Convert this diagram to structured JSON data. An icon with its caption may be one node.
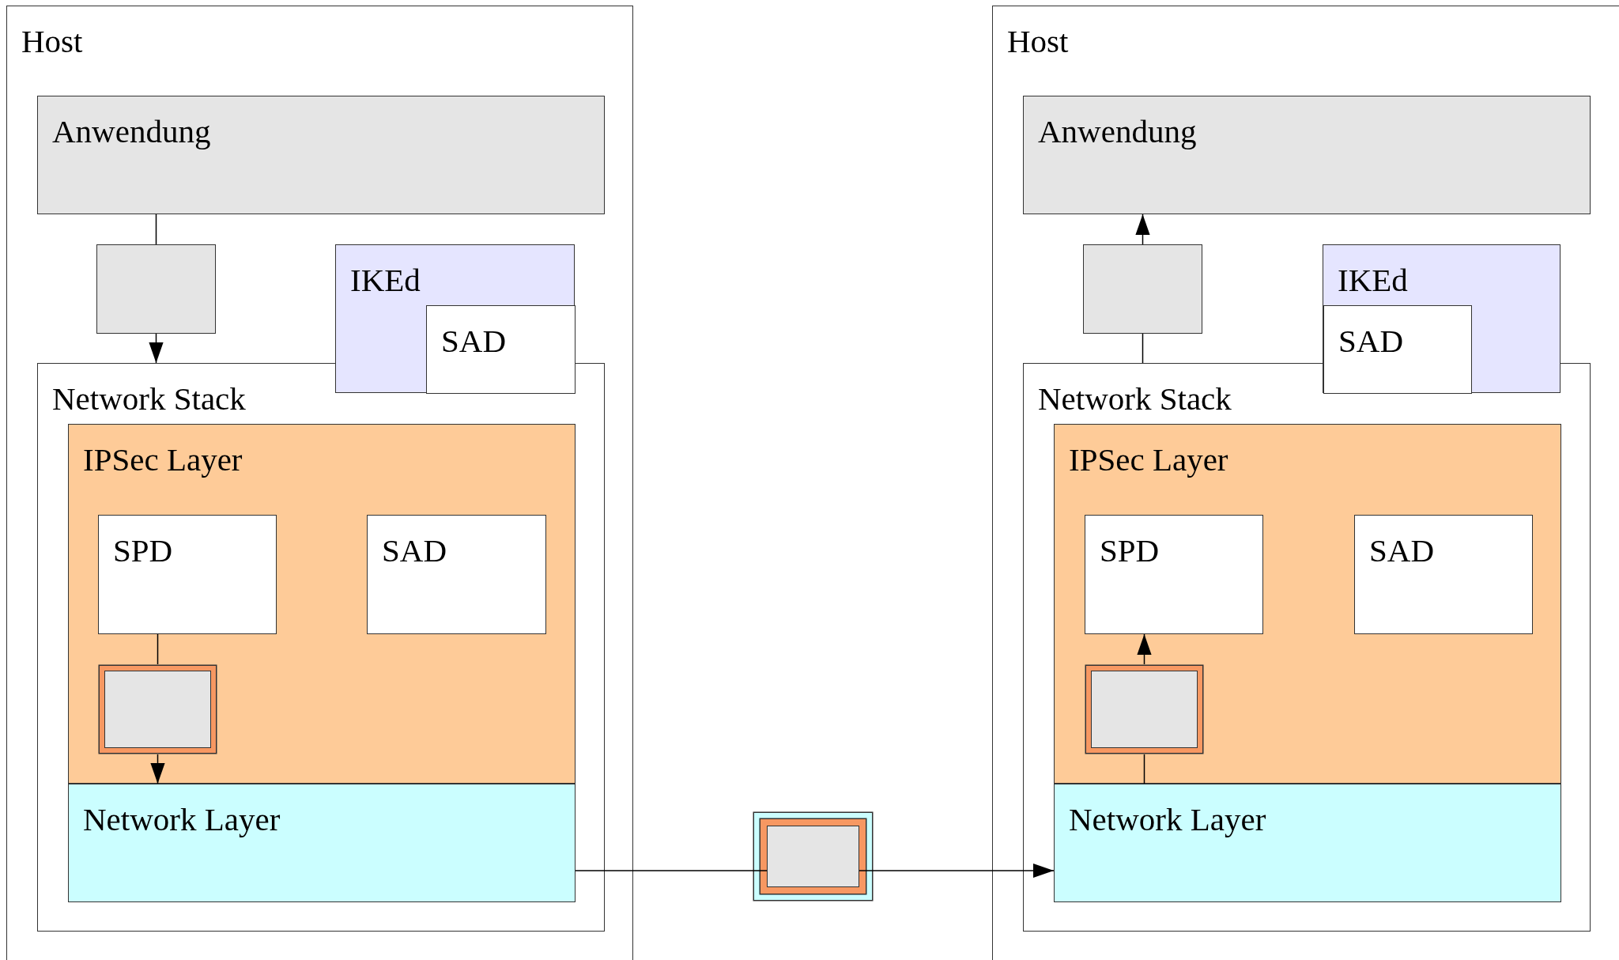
{
  "diagram": {
    "nodes": [
      {
        "text": [
          "Host"
        ]
      },
      {
        "text": [
          "Anwendung"
        ],
        "in": 0
      },
      {
        "text": [],
        "shape": "box",
        "in": 0
      },
      {
        "text": [
          "IKEd"
        ],
        "in": 0
      },
      {
        "text": [
          "SAD"
        ],
        "in": 3
      },
      {
        "text": [
          "Network Stack"
        ],
        "in": 0
      },
      {
        "text": [
          "IPSec Layer"
        ],
        "in": 5
      },
      {
        "text": [
          "SPD"
        ],
        "in": 6
      },
      {
        "text": [
          "SAD"
        ],
        "in": 6
      },
      {
        "text": [],
        "shape": "box",
        "in": 6
      },
      {
        "text": [
          "Network Layer"
        ],
        "in": 5
      },
      {
        "text": [],
        "shape": "box"
      },
      {
        "text": [
          "Host"
        ]
      },
      {
        "text": [
          "Anwendung"
        ],
        "in": 12
      },
      {
        "text": [],
        "shape": "box",
        "in": 12
      },
      {
        "text": [
          "IKEd"
        ],
        "in": 12
      },
      {
        "text": [
          "SAD"
        ],
        "in": 15
      },
      {
        "text": [
          "Network Stack"
        ],
        "in": 12
      },
      {
        "text": [
          "IPSec Layer"
        ],
        "in": 17
      },
      {
        "text": [
          "SPD"
        ],
        "in": 18
      },
      {
        "text": [
          "SAD"
        ],
        "in": 18
      },
      {
        "text": [],
        "shape": "box",
        "in": 18
      },
      {
        "text": [
          "Network Layer"
        ],
        "in": 17
      }
    ],
    "edges": [
      {
        "from": 1,
        "to": 2,
        "arrow": "none"
      },
      {
        "from": 2,
        "to": 5,
        "arrow": "to"
      },
      {
        "from": 7,
        "to": 9,
        "arrow": "none"
      },
      {
        "from": 9,
        "to": 10,
        "arrow": "to"
      },
      {
        "from": 10,
        "to": 11,
        "arrow": "none"
      },
      {
        "from": 11,
        "to": 22,
        "arrow": "to"
      },
      {
        "from": 22,
        "to": 21,
        "arrow": "none"
      },
      {
        "from": 21,
        "to": 19,
        "arrow": "to"
      },
      {
        "from": 17,
        "to": 14,
        "arrow": "none"
      },
      {
        "from": 14,
        "to": 13,
        "arrow": "to"
      }
    ]
  }
}
